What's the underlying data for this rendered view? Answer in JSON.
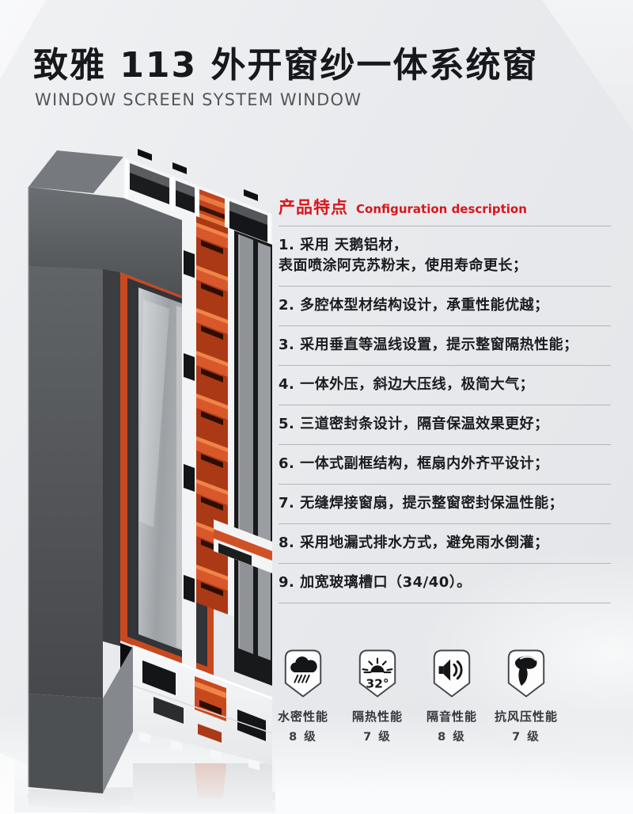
{
  "page": {
    "title": "致雅 113 外开窗纱一体系统窗",
    "subtitle": "WINDOW SCREEN SYSTEM WINDOW"
  },
  "features": {
    "heading_cn": "产品特点",
    "heading_en": "Configuration description",
    "items": [
      {
        "lines": [
          "1. 采用 天鹅铝材，",
          "表面喷涂阿克苏粉末，使用寿命更长；"
        ]
      },
      {
        "lines": [
          "2. 多腔体型材结构设计，承重性能优越；"
        ]
      },
      {
        "lines": [
          "3. 采用垂直等温线设置，提示整窗隔热性能；"
        ]
      },
      {
        "lines": [
          "4. 一体外压，斜边大压线，极简大气；"
        ]
      },
      {
        "lines": [
          "5. 三道密封条设计，隔音保温效果更好；"
        ]
      },
      {
        "lines": [
          "6. 一体式副框结构，框扇内外齐平设计；"
        ]
      },
      {
        "lines": [
          "7. 无缝焊接窗扇，提示整窗密封保温性能；"
        ]
      },
      {
        "lines": [
          "8. 采用地漏式排水方式，避免雨水倒灌；"
        ]
      },
      {
        "lines": [
          "9. 加宽玻璃槽口（34/40）。"
        ]
      }
    ]
  },
  "badges": [
    {
      "icon": "rain-icon",
      "label": "水密性能",
      "grade": "8 级"
    },
    {
      "icon": "heat-icon",
      "temp": "32°",
      "label": "隔热性能",
      "grade": "7 级"
    },
    {
      "icon": "sound-icon",
      "label": "隔音性能",
      "grade": "8 级"
    },
    {
      "icon": "wind-icon",
      "label": "抗风压性能",
      "grade": "7 级"
    }
  ],
  "colors": {
    "accent_red": "#d8161b",
    "thermal_orange": "#c9491f",
    "frame_charcoal": "#55585b",
    "aluminum_white": "#f3f4f5",
    "chamber_black": "#141517",
    "background": "#e9ebee"
  }
}
